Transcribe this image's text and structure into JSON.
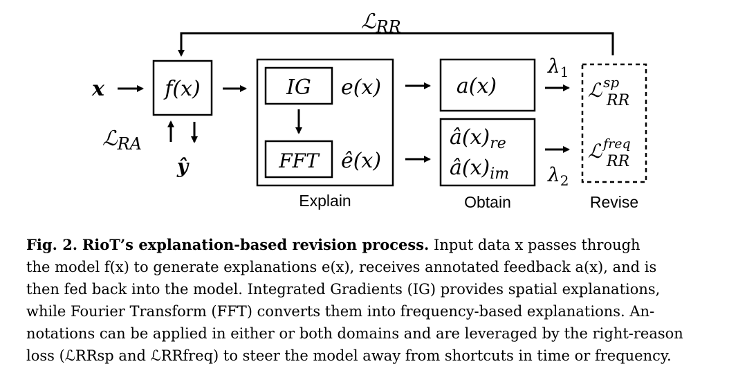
{
  "diagram": {
    "feedback_loss": {
      "base": "ℒ",
      "sub": "RR"
    },
    "input": "x",
    "model": "f(x)",
    "align_loss": {
      "base": "ℒ",
      "sub": "RA"
    },
    "prediction": "ŷ",
    "ig": "IG",
    "ig_explanation": "e(x)",
    "fft": "FFT",
    "fft_explanation": "ê(x)",
    "annotation": "a(x)",
    "freq_annotation_re": {
      "base": "â(x)",
      "sub": "re"
    },
    "freq_annotation_im": {
      "base": "â(x)",
      "sub": "im"
    },
    "lambda1": {
      "base": "λ",
      "sub": "1"
    },
    "lambda2": {
      "base": "λ",
      "sub": "2"
    },
    "loss_sp": {
      "base": "ℒ",
      "sup": "sp",
      "sub": "RR"
    },
    "loss_freq": {
      "base": "ℒ",
      "sup": "freq",
      "sub": "RR"
    },
    "stage_explain": "Explain",
    "stage_obtain": "Obtain",
    "stage_revise": "Revise"
  },
  "caption": {
    "figure": "Fig. 2.",
    "title": "RioT’s explanation-based revision process.",
    "line1": "Input data x passes through",
    "line2": "the model f(x) to generate explanations e(x), receives annotated feedback a(x), and is",
    "line3": "then fed back into the model. Integrated Gradients (IG) provides spatial explanations,",
    "line4": "while Fourier Transform (FFT) converts them into frequency-based explanations. An-",
    "line5": "notations can be applied in either or both domains and are leveraged by the right-reason",
    "line6": "loss (ℒRRsp and ℒRRfreq) to steer the model away from shortcuts in time or frequency."
  }
}
